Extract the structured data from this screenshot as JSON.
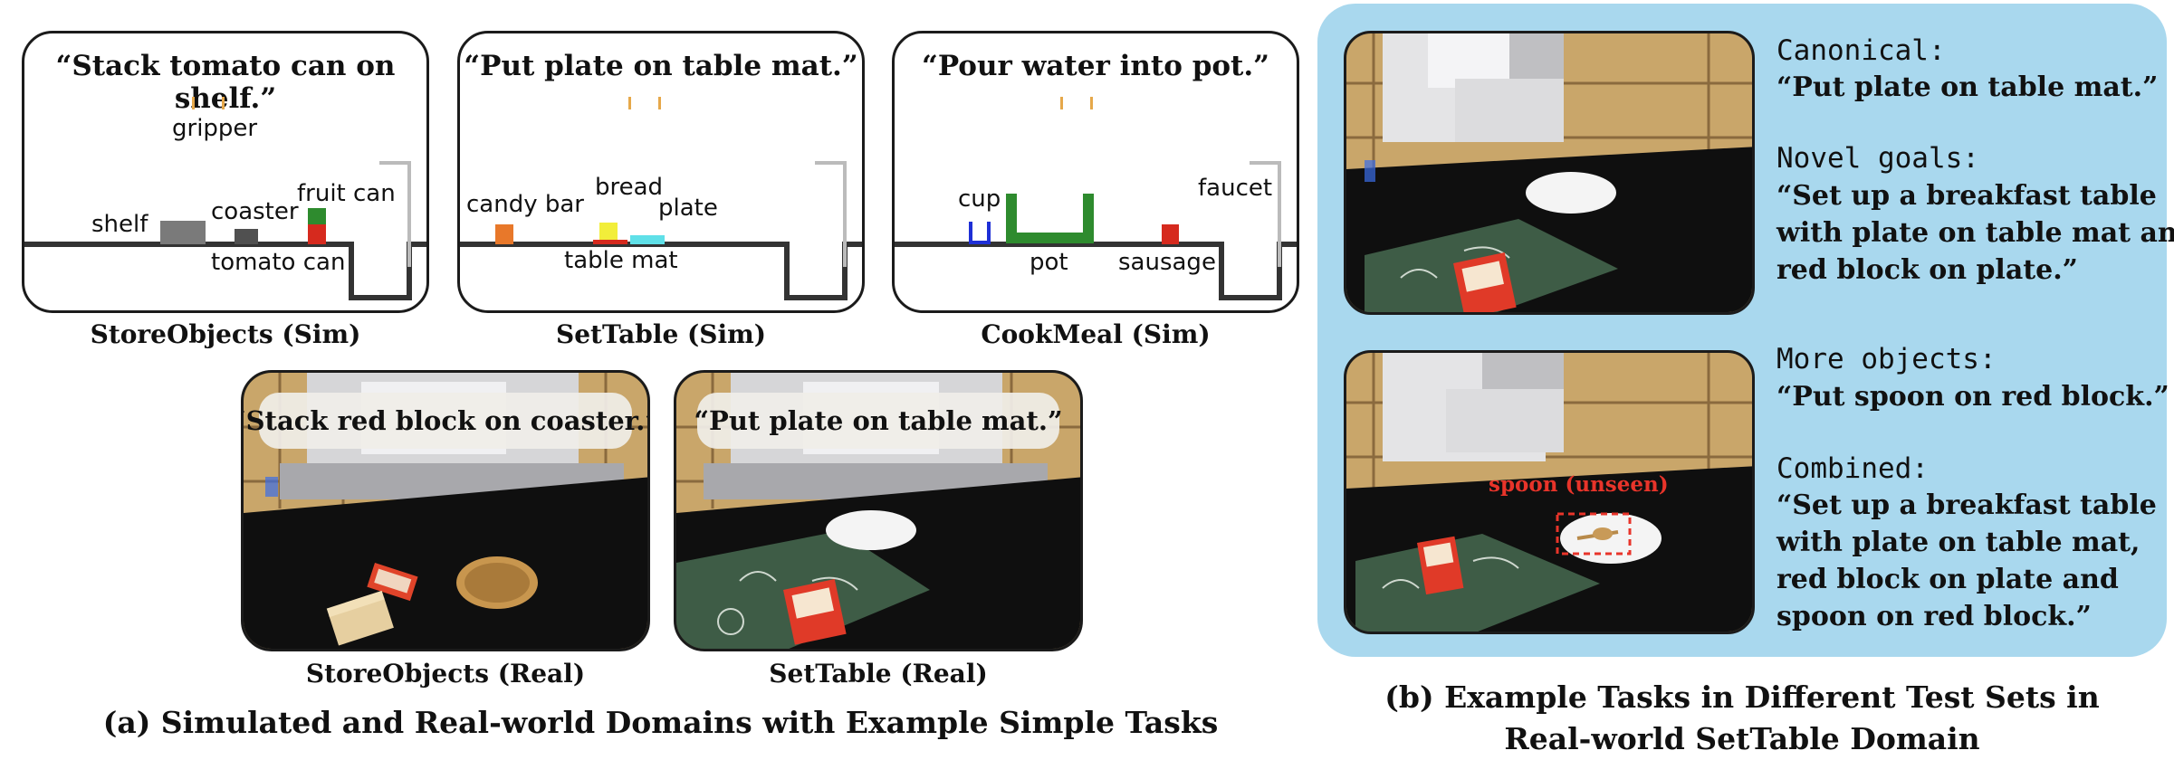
{
  "panel_a": {
    "caption": "(a) Simulated and Real-world Domains with Example Simple Tasks",
    "sim_store": {
      "instruction": "“Stack tomato can on shelf.”",
      "labels": {
        "gripper": "gripper",
        "shelf": "shelf",
        "coaster": "coaster",
        "fruit_can": "fruit can",
        "tomato_can": "tomato can"
      },
      "caption": "StoreObjects (Sim)"
    },
    "sim_settable": {
      "instruction": "“Put plate on table mat.”",
      "labels": {
        "candy_bar": "candy bar",
        "bread": "bread",
        "plate": "plate",
        "table_mat": "table mat"
      },
      "caption": "SetTable (Sim)"
    },
    "sim_cook": {
      "instruction": "“Pour water into pot.”",
      "labels": {
        "cup": "cup",
        "pot": "pot",
        "sausage": "sausage",
        "faucet": "faucet"
      },
      "caption": "CookMeal (Sim)"
    },
    "real_store": {
      "instruction": "“Stack red block on coaster.”",
      "caption": "StoreObjects (Real)"
    },
    "real_settable": {
      "instruction": "“Put plate on table mat.”",
      "caption": "SetTable (Real)"
    }
  },
  "panel_b": {
    "caption_line1": "(b) Example Tasks in Different Test Sets in",
    "caption_line2": "Real-world SetTable Domain",
    "canonical": {
      "heading": "Canonical:",
      "text": "“Put plate on table mat.”"
    },
    "novel_goals": {
      "heading": "Novel goals:",
      "lines": [
        "“Set up a breakfast table",
        "with plate on table mat and",
        "red block on plate.”"
      ]
    },
    "more_objects": {
      "heading": "More objects:",
      "text": "“Put spoon on red block.”"
    },
    "combined": {
      "heading": "Combined:",
      "lines": [
        "“Set up a breakfast table",
        "with plate on table mat,",
        "red block on plate and",
        "spoon on red block.”"
      ]
    },
    "spoon_label": "spoon (unseen)"
  },
  "colors": {
    "panel_bg": "#a9d8ee",
    "gripper": "#e6a84a",
    "shelf": "#7a7a7a",
    "coaster": "#505050",
    "fruit_can_top": "#2e8b2e",
    "fruit_can_bottom": "#d62a1e",
    "candy_bar": "#e8782a",
    "bread": "#f2ee3a",
    "plate": "#5fe0e8",
    "table_mat": "#d62a1e",
    "cup": "#1e2fd6",
    "pot": "#2e8b2e",
    "sausage": "#d62a1e",
    "spoon_label": "#e8342a"
  }
}
